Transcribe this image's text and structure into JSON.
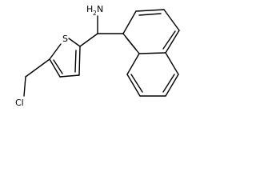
{
  "molecule": {
    "atoms": {
      "amine_label": "H",
      "amine_sub": "2",
      "amine_n": "N",
      "sulfur": "S",
      "chlorine": "Cl"
    },
    "colors": {
      "bond": "#000000",
      "label": "#000000",
      "background": "#ffffff"
    }
  }
}
